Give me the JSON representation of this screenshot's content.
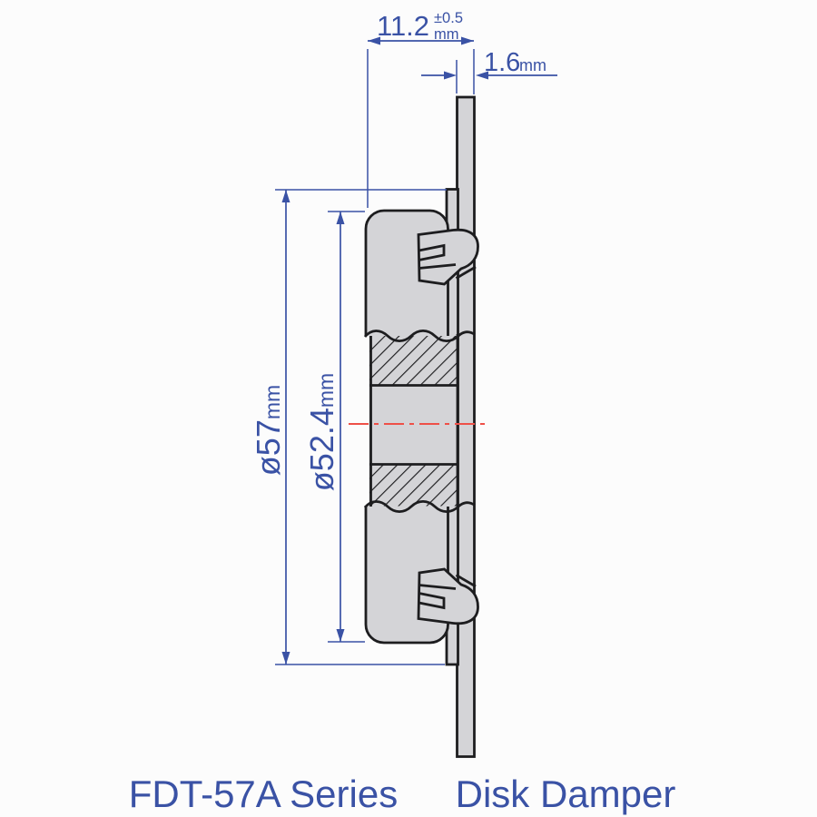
{
  "title": {
    "series": "FDT-57A Series",
    "product": "Disk Damper"
  },
  "dimensions": {
    "depth": {
      "value": "11.2",
      "tolerance": "±0.5",
      "unit": "mm"
    },
    "plate_thickness": {
      "value": "1.6",
      "unit": "mm"
    },
    "outer_diameter": {
      "value": "ø57",
      "unit": "mm"
    },
    "inner_diameter": {
      "value": "ø52.4",
      "unit": "mm"
    }
  },
  "colors": {
    "dimension_blue": "#3a52a5",
    "outline_black": "#1d1d1f",
    "fill_gray": "#d4d4d7",
    "centerline_red": "#ee5048",
    "background": "#fcfcfc"
  }
}
